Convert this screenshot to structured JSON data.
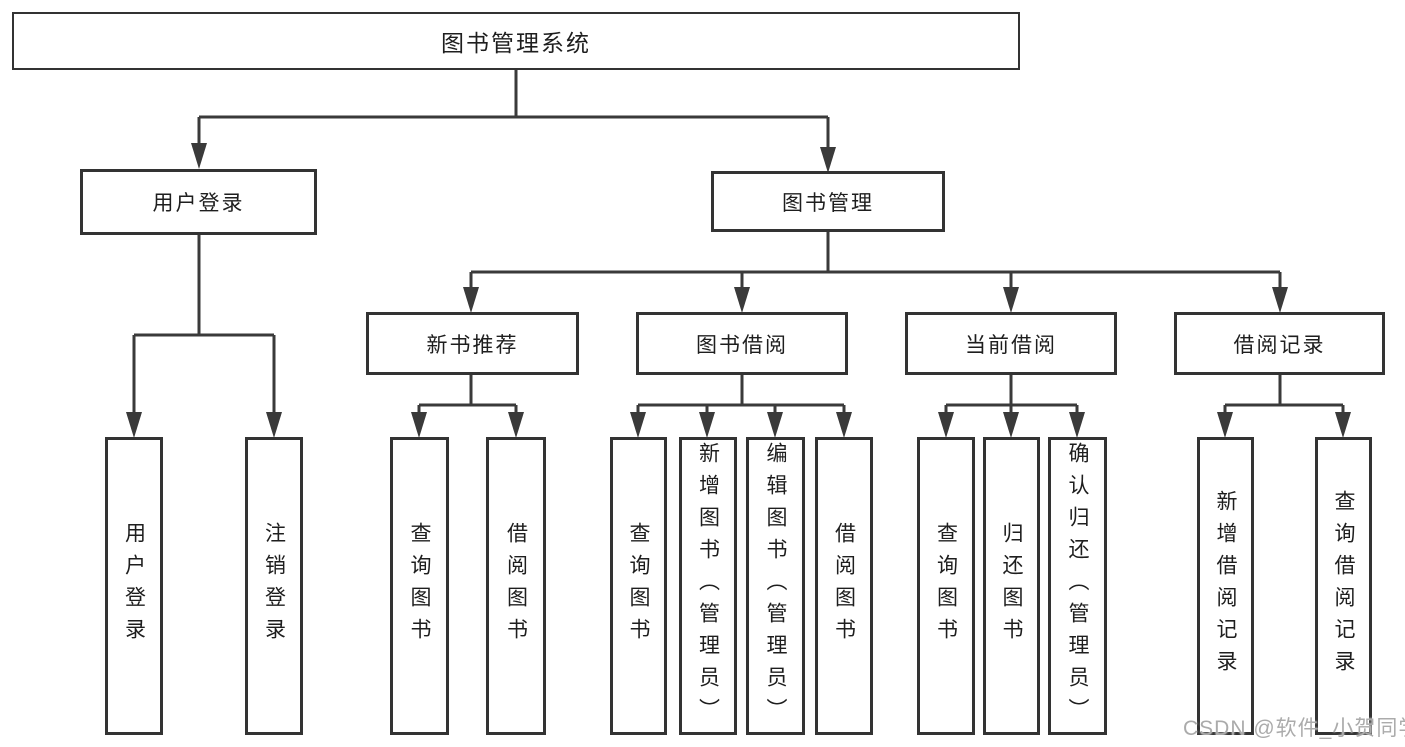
{
  "diagram": {
    "root": {
      "label": "图书管理系统"
    },
    "user_login": {
      "label": "用户登录",
      "children": [
        {
          "label": "用户登录"
        },
        {
          "label": "注销登录"
        }
      ]
    },
    "book_mgmt": {
      "label": "图书管理",
      "sections": [
        {
          "label": "新书推荐",
          "children": [
            {
              "label": "查询图书"
            },
            {
              "label": "借阅图书"
            }
          ]
        },
        {
          "label": "图书借阅",
          "children": [
            {
              "label": "查询图书"
            },
            {
              "label": "新增图书（管理员）"
            },
            {
              "label": "编辑图书（管理员）"
            },
            {
              "label": "借阅图书"
            }
          ]
        },
        {
          "label": "当前借阅",
          "children": [
            {
              "label": "查询图书"
            },
            {
              "label": "归还图书"
            },
            {
              "label": "确认归还（管理员）"
            }
          ]
        },
        {
          "label": "借阅记录",
          "children": [
            {
              "label": "新增借阅记录"
            },
            {
              "label": "查询借阅记录"
            }
          ]
        }
      ]
    }
  },
  "watermark": {
    "text": "CSDN @软件_小贺同学"
  },
  "colors": {
    "line": "#3a3a3a",
    "border": "#333333",
    "text": "#1e1e1e",
    "watermark": "#ababab",
    "background": "#ffffff"
  }
}
